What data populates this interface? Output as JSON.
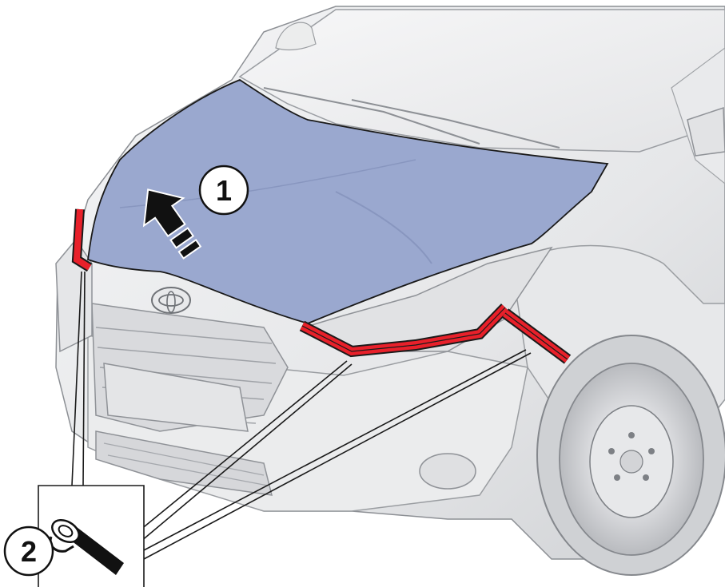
{
  "diagram": {
    "callouts": [
      {
        "id": "1",
        "label": "1",
        "target": "hood"
      },
      {
        "id": "2",
        "label": "2",
        "target": "masking-tape"
      }
    ],
    "highlight_colors": {
      "hood": "#9aa8cf",
      "tape": "#e8202a",
      "outline": "#1a1a1a"
    },
    "icons": [
      "lift-arrow-icon",
      "tape-roll-icon",
      "toyota-emblem-icon"
    ]
  }
}
